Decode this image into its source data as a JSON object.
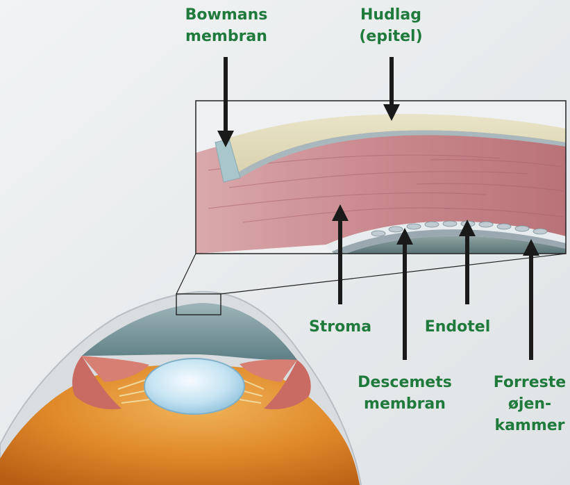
{
  "diagram": {
    "label_color": "#1f7a3c",
    "arrow_color": "#1a1a1a",
    "labels": {
      "bowman": [
        "Bowmans",
        "membran"
      ],
      "epitel": [
        "Hudlag",
        "(epitel)"
      ],
      "stroma": [
        "Stroma"
      ],
      "endotel": [
        "Endotel"
      ],
      "descemet": [
        "Descemets",
        "membran"
      ],
      "forreste": [
        "Forreste",
        "øjen-",
        "kammer"
      ]
    }
  }
}
